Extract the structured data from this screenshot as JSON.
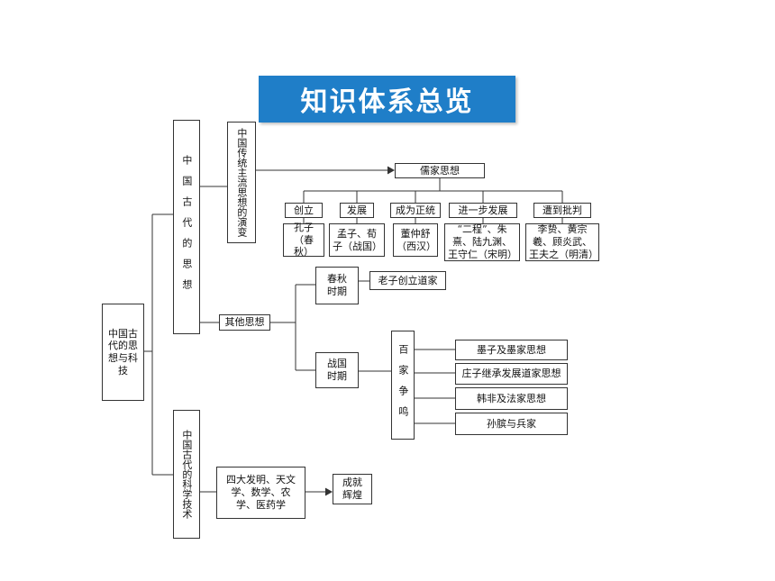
{
  "title": "知识体系总览",
  "root": "中国古代的思想与科技",
  "branch_thought": "中国古代的思想",
  "branch_science": "中国古代的科学技术",
  "mainstream": "中国传统主流思想的演变",
  "confucian": "儒家思想",
  "stages": [
    {
      "label": "创立",
      "detail": "孔子（春秋）"
    },
    {
      "label": "发展",
      "detail": "孟子、荀子（战国）"
    },
    {
      "label": "成为正统",
      "detail": "董仲舒（西汉）"
    },
    {
      "label": "进一步发展",
      "detail": "“二程”、朱熹、陆九渊、王守仁（宋明）"
    },
    {
      "label": "遭到批判",
      "detail": "李贽、黄宗羲、顾炎武、王夫之（明清）"
    }
  ],
  "other_thought": "其他思想",
  "spring_autumn": "春秋时期",
  "laozi": "老子创立道家",
  "warring_states": "战国时期",
  "hundred_schools": "百家争鸣",
  "schools": [
    "墨子及墨家思想",
    "庄子继承发展道家思想",
    "韩非及法家思想",
    "孙膑与兵家"
  ],
  "inventions": "四大发明、天文学、数学、农学、医药学",
  "achievements": "成就辉煌"
}
